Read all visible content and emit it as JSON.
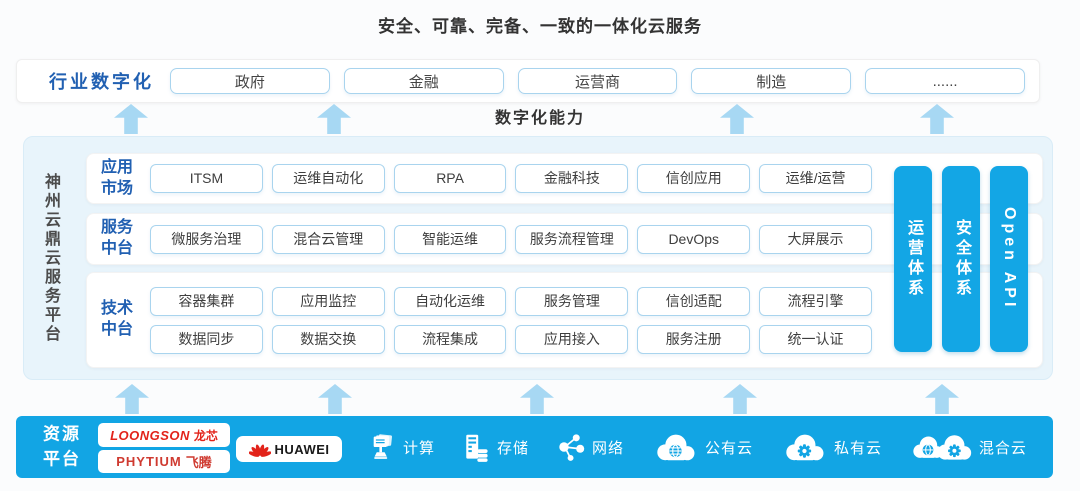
{
  "title": "安全、可靠、完备、一致的一体化云服务",
  "digital_capability_label": "数字化能力",
  "colors": {
    "primary_blue": "#12a5e4",
    "arrow_blue": "#a7d8f3",
    "label_blue": "#2160b2",
    "logo_red": "#e2231a"
  },
  "industry_band": {
    "label": "行业数字化",
    "items": [
      "政府",
      "金融",
      "运营商",
      "制造",
      "......"
    ]
  },
  "platform": {
    "side_label": "神州云鼎云服务平台",
    "rows": [
      {
        "label": "应用市场",
        "lines": [
          [
            "ITSM",
            "运维自动化",
            "RPA",
            "金融科技",
            "信创应用",
            "运维/运营"
          ]
        ]
      },
      {
        "label": "服务中台",
        "lines": [
          [
            "微服务治理",
            "混合云管理",
            "智能运维",
            "服务流程管理",
            "DevOps",
            "大屏展示"
          ]
        ]
      },
      {
        "label": "技术中台",
        "lines": [
          [
            "容器集群",
            "应用监控",
            "自动化运维",
            "服务管理",
            "信创适配",
            "流程引擎"
          ],
          [
            "数据同步",
            "数据交换",
            "流程集成",
            "应用接入",
            "服务注册",
            "统一认证"
          ]
        ]
      }
    ],
    "pillars": [
      "运营体系",
      "安全体系",
      "Open API"
    ]
  },
  "resource_band": {
    "label": "资源\n平台",
    "vendors": [
      {
        "name": "loongson",
        "label": "LOONGSON",
        "label_cn": "龙芯"
      },
      {
        "name": "phytium",
        "label": "PHYTIUM",
        "label_cn": "飞腾"
      },
      {
        "name": "huawei",
        "label": "HUAWEI"
      }
    ],
    "resources": [
      {
        "label": "计算",
        "icon": "compute-icon"
      },
      {
        "label": "存储",
        "icon": "storage-icon"
      },
      {
        "label": "网络",
        "icon": "network-icon"
      },
      {
        "label": "公有云",
        "icon": "public-cloud-icon"
      },
      {
        "label": "私有云",
        "icon": "private-cloud-icon"
      },
      {
        "label": "混合云",
        "icon": "hybrid-cloud-icon"
      }
    ]
  }
}
